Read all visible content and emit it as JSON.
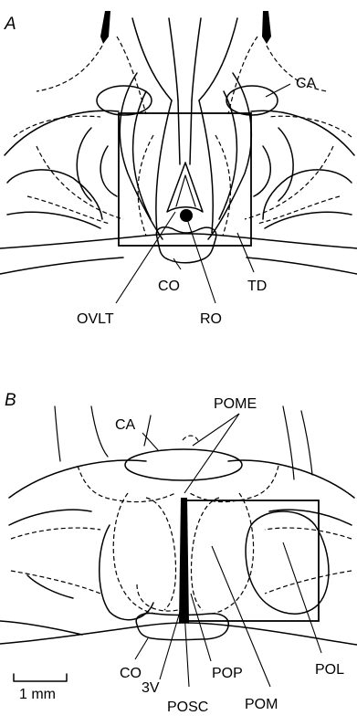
{
  "panels": [
    {
      "letter": "A",
      "labels": {
        "ca": "CA",
        "ovlt": "OVLT",
        "co": "CO",
        "ro": "RO",
        "td": "TD"
      }
    },
    {
      "letter": "B",
      "labels": {
        "pome": "POME",
        "ca": "CA",
        "co": "CO",
        "v3": "3V",
        "posc": "POSC",
        "pop": "POP",
        "pom": "POM",
        "pol": "POL"
      }
    }
  ],
  "scale_bar": {
    "label": "1 mm"
  }
}
